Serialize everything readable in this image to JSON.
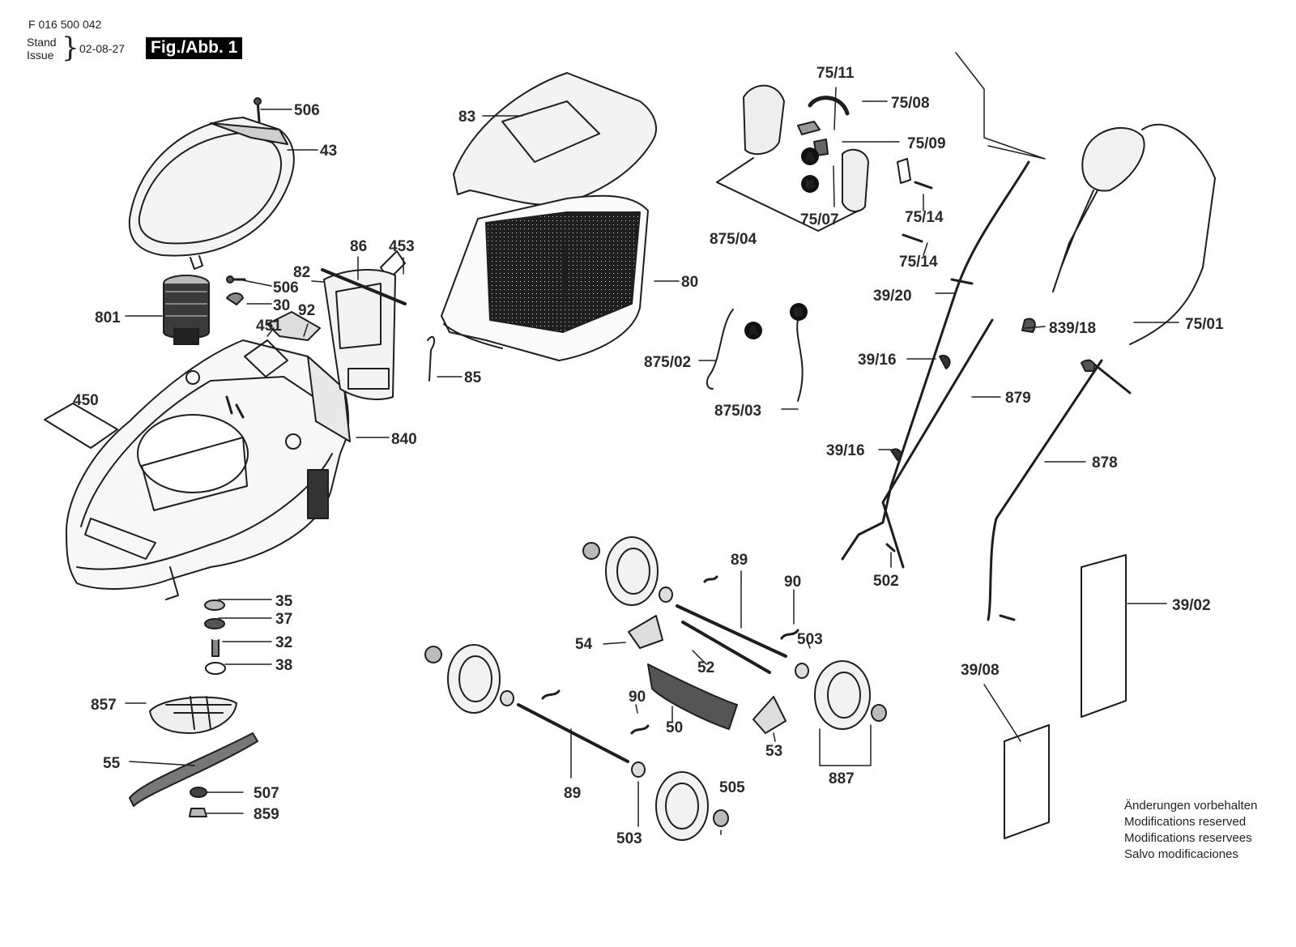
{
  "header": {
    "doc_number": "F 016 500 042",
    "stand_label": "Stand",
    "issue_label": "Issue",
    "date": "02-08-27",
    "figure": "Fig./Abb. 1"
  },
  "notes": [
    "Änderungen vorbehalten",
    "Modifications reserved",
    "Modifications reservees",
    "Salvo modificaciones"
  ],
  "labels": {
    "l506a": "506",
    "l43": "43",
    "l83": "83",
    "l80": "80",
    "l86": "86",
    "l453": "453",
    "l82": "82",
    "l506b": "506",
    "l30": "30",
    "l92": "92",
    "l801": "801",
    "l451": "451",
    "l85": "85",
    "l450": "450",
    "l840": "840",
    "l35": "35",
    "l37": "37",
    "l32": "32",
    "l38": "38",
    "l857": "857",
    "l55": "55",
    "l507": "507",
    "l859": "859",
    "l7511": "75/11",
    "l7508": "75/08",
    "l7509": "75/09",
    "l87504": "875/04",
    "l7507": "75/07",
    "l7514a": "75/14",
    "l7514b": "75/14",
    "l87502": "875/02",
    "l87503": "875/03",
    "l3920": "39/20",
    "l83918": "839/18",
    "l7501": "75/01",
    "l3916a": "39/16",
    "l3916b": "39/16",
    "l879": "879",
    "l878": "878",
    "l502": "502",
    "l3902": "39/02",
    "l3908": "39/08",
    "l89a": "89",
    "l90a": "90",
    "l503a": "503",
    "l54": "54",
    "l52": "52",
    "l50": "50",
    "l90b": "90",
    "l53": "53",
    "l887": "887",
    "l89b": "89",
    "l505": "505",
    "l503b": "503"
  },
  "markers": {
    "a": "A",
    "b": "B"
  }
}
